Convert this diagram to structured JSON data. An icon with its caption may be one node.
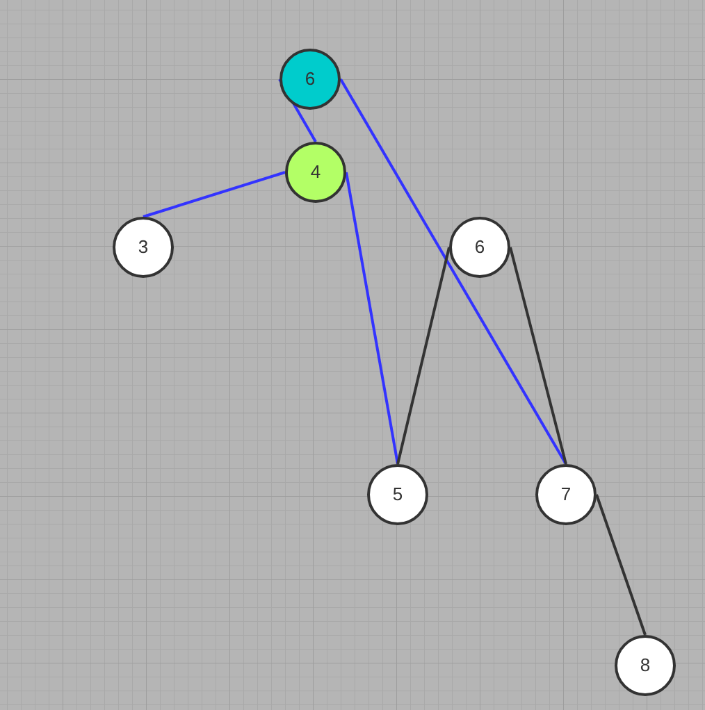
{
  "diagram": {
    "nodes": [
      {
        "text": [
          "6"
        ]
      },
      {
        "text": [
          "4"
        ]
      },
      {
        "text": [
          "3"
        ]
      },
      {
        "text": [
          "6"
        ]
      },
      {
        "text": [
          "5"
        ]
      },
      {
        "text": [
          "7"
        ]
      },
      {
        "text": [
          "8"
        ]
      }
    ],
    "edges": [
      {
        "from": 0,
        "to": 1,
        "arrow": "none"
      },
      {
        "from": 1,
        "to": 2,
        "arrow": "none"
      },
      {
        "from": 1,
        "to": 4,
        "arrow": "none"
      },
      {
        "from": 0,
        "to": 5,
        "arrow": "none"
      },
      {
        "from": 3,
        "to": 4,
        "arrow": "none",
        "color": "#333333"
      },
      {
        "from": 3,
        "to": 5,
        "arrow": "none",
        "color": "#333333"
      },
      {
        "from": 5,
        "to": 6,
        "arrow": "none",
        "color": "#333333"
      }
    ]
  }
}
